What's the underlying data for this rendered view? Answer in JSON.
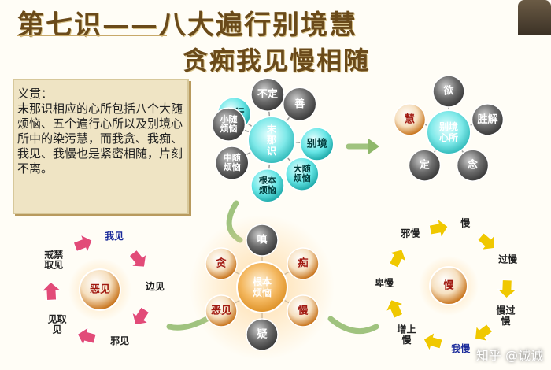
{
  "title": {
    "line1": "第七识——八大遍行别境慧",
    "line2": "贪痴我见慢相随"
  },
  "intro_text": "义贯：\n末那识相应的心所包括八个大随烦恼、五个遍行心所以及别境心所中的染污慧，而我贪、我痴、我见、我慢也是紧密相随，片刻不离。",
  "colors": {
    "teal": "#48d8d8",
    "gray": "#5b5b5b",
    "orange": "#c8731a",
    "red": "#a01810",
    "blue": "#1a2a9a",
    "arrow_pink": "#e24b78",
    "arrow_yellow": "#f0c800",
    "arrow_green": "#8fb86a"
  },
  "cluster1": {
    "center": "末那识",
    "nodes": [
      {
        "label": "遍行",
        "color": "teal"
      },
      {
        "label": "不定",
        "color": "gray"
      },
      {
        "label": "善",
        "color": "gray"
      },
      {
        "label": "别境",
        "color": "teal"
      },
      {
        "label": "大随烦恼",
        "color": "teal"
      },
      {
        "label": "根本烦恼",
        "color": "teal"
      },
      {
        "label": "中随烦恼",
        "color": "gray"
      },
      {
        "label": "小随烦恼",
        "color": "gray"
      }
    ]
  },
  "cluster2": {
    "center": "别境心所",
    "nodes": [
      {
        "label": "欲",
        "color": "gray"
      },
      {
        "label": "胜解",
        "color": "gray"
      },
      {
        "label": "念",
        "color": "gray"
      },
      {
        "label": "定",
        "color": "gray"
      },
      {
        "label": "慧",
        "color": "orange"
      }
    ]
  },
  "cluster3": {
    "center": "根本烦恼",
    "nodes": [
      {
        "label": "嗔",
        "color": "gray"
      },
      {
        "label": "痴",
        "color": "orange"
      },
      {
        "label": "慢",
        "color": "orange"
      },
      {
        "label": "疑",
        "color": "gray"
      },
      {
        "label": "恶见",
        "color": "orange"
      },
      {
        "label": "贪",
        "color": "orange"
      }
    ]
  },
  "cycle_left": {
    "center": "恶见",
    "labels": [
      {
        "text": "我见",
        "color": "blue"
      },
      {
        "text": "边见",
        "color": "dark"
      },
      {
        "text": "邪见",
        "color": "dark"
      },
      {
        "text": "见取见",
        "color": "dark"
      },
      {
        "text": "戒禁取见",
        "color": "dark"
      }
    ]
  },
  "cycle_right": {
    "center": "慢",
    "labels": [
      {
        "text": "慢",
        "color": "dark"
      },
      {
        "text": "过慢",
        "color": "dark"
      },
      {
        "text": "慢过慢",
        "color": "dark"
      },
      {
        "text": "我慢",
        "color": "blue"
      },
      {
        "text": "增上慢",
        "color": "dark"
      },
      {
        "text": "卑慢",
        "color": "dark"
      },
      {
        "text": "邪慢",
        "color": "dark"
      }
    ]
  },
  "watermark": "知乎 @诚诚"
}
